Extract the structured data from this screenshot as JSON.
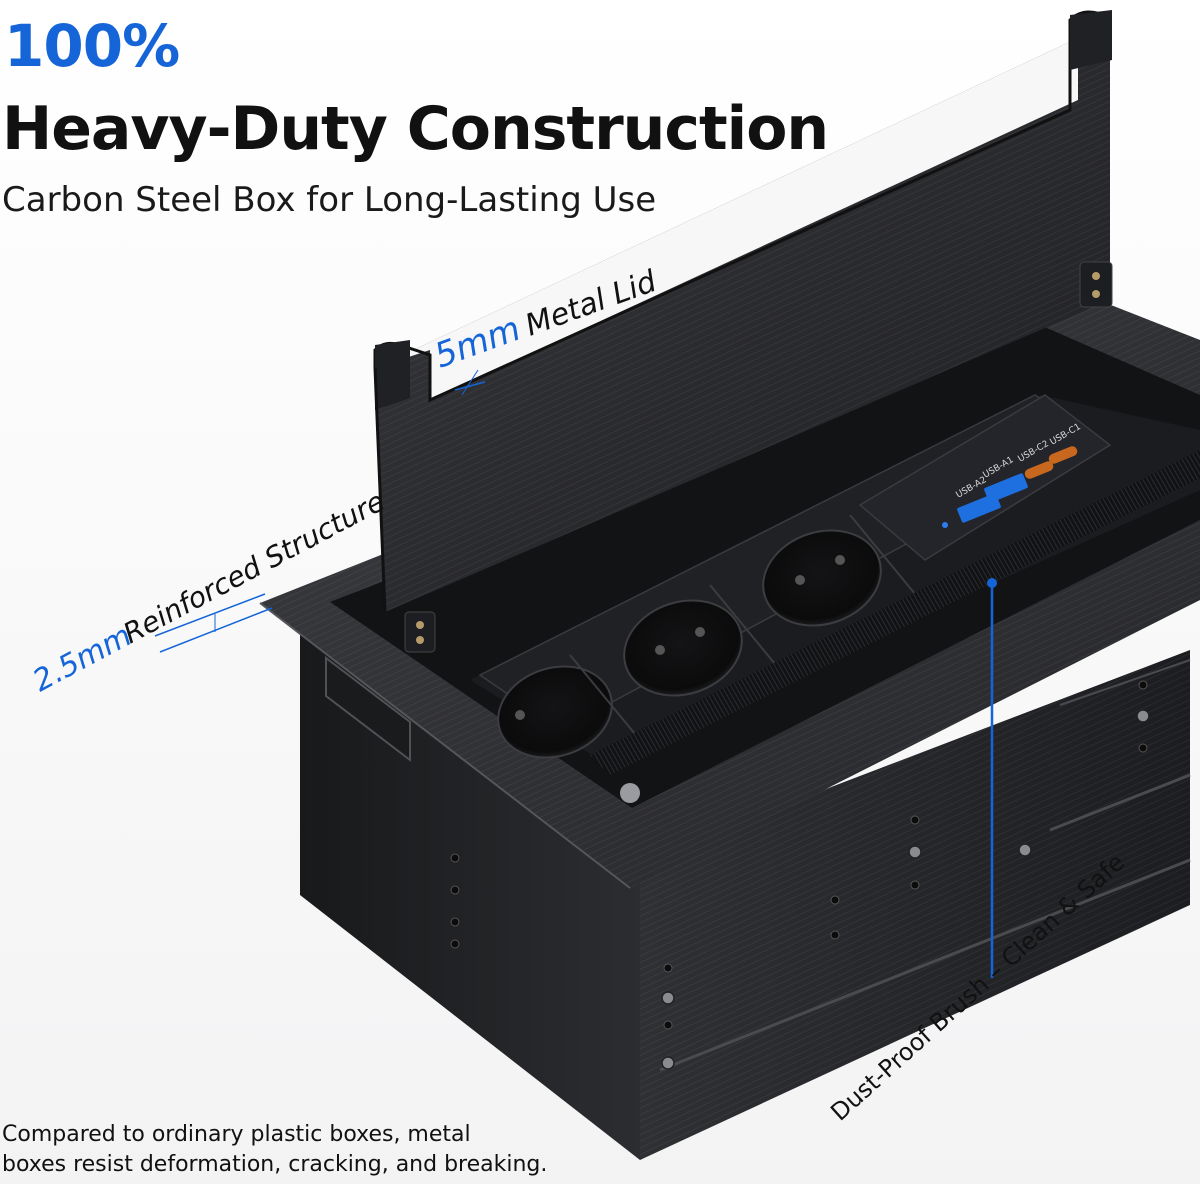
{
  "header": {
    "headline": "100%",
    "title": "Heavy-Duty Construction",
    "subtitle": "Carbon Steel Box for Long-Lasting Use"
  },
  "callouts": {
    "lid": {
      "value": "5mm",
      "text": "Metal Lid"
    },
    "structure": {
      "value": "2.5mm",
      "text": "Reinforced Structure"
    },
    "brush": {
      "text": "Dust-Proof Brush – Clean & Safe"
    }
  },
  "ports": {
    "c1": "USB-C1",
    "c2": "USB-C2",
    "a1": "USB-A1",
    "a2": "USB-A2"
  },
  "footer": {
    "line1": "Compared to ordinary plastic boxes, metal",
    "line2": "boxes resist deformation, cracking, and breaking."
  },
  "colors": {
    "accent": "#1565d8",
    "metal": "#2b2c2f",
    "text": "#111111"
  },
  "icons": {
    "screw": "screw-icon",
    "socket": "socket-icon"
  }
}
